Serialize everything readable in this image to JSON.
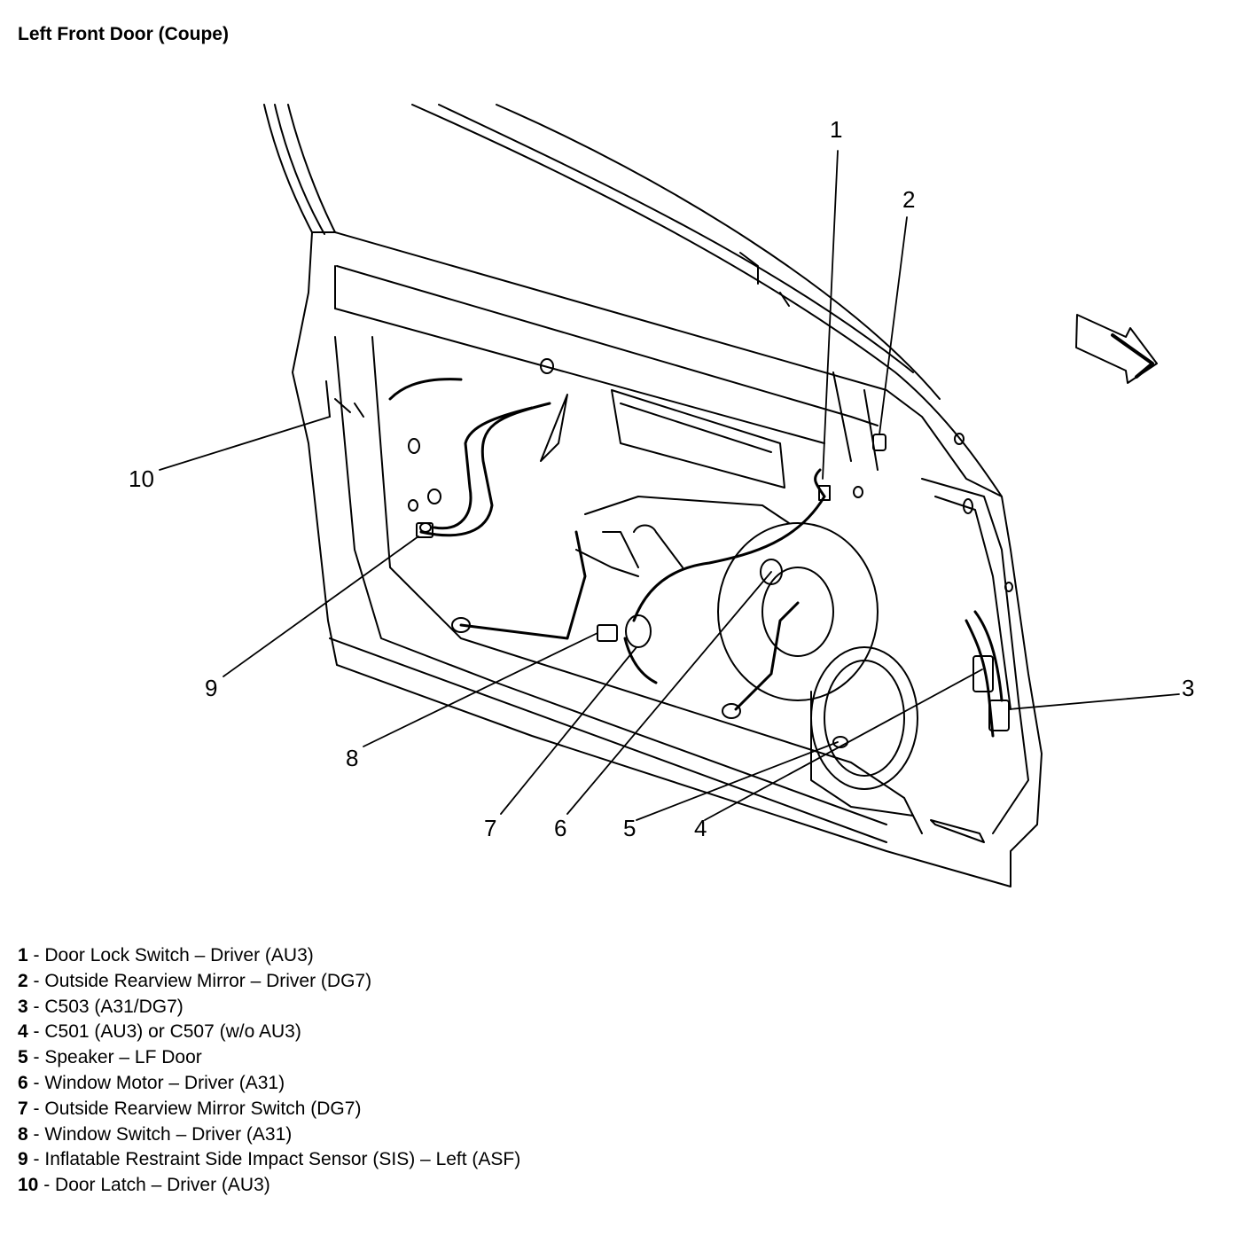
{
  "title": "Left Front Door (Coupe)",
  "callouts": {
    "c1": "1",
    "c2": "2",
    "c3": "3",
    "c4": "4",
    "c5": "5",
    "c6": "6",
    "c7": "7",
    "c8": "8",
    "c9": "9",
    "c10": "10"
  },
  "legend": [
    {
      "num": "1",
      "sep": " - ",
      "text": "Door Lock Switch – Driver (AU3)"
    },
    {
      "num": "2",
      "sep": " - ",
      "text": "Outside Rearview Mirror – Driver (DG7)"
    },
    {
      "num": "3",
      "sep": " - ",
      "text": "C503 (A31/DG7)"
    },
    {
      "num": "4",
      "sep": " - ",
      "text": "C501 (AU3) or C507 (w/o AU3)"
    },
    {
      "num": "5",
      "sep": " - ",
      "text": "Speaker – LF Door"
    },
    {
      "num": "6",
      "sep": " - ",
      "text": "Window Motor – Driver (A31)"
    },
    {
      "num": "7",
      "sep": " - ",
      "text": "Outside Rearview Mirror Switch (DG7)"
    },
    {
      "num": "8",
      "sep": " - ",
      "text": "Window Switch – Driver (A31)"
    },
    {
      "num": "9",
      "sep": " - ",
      "text": "Inflatable Restraint Side Impact Sensor (SIS) – Left (ASF)"
    },
    {
      "num": "10",
      "sep": " - ",
      "text": "Door Latch – Driver (AU3)"
    }
  ]
}
